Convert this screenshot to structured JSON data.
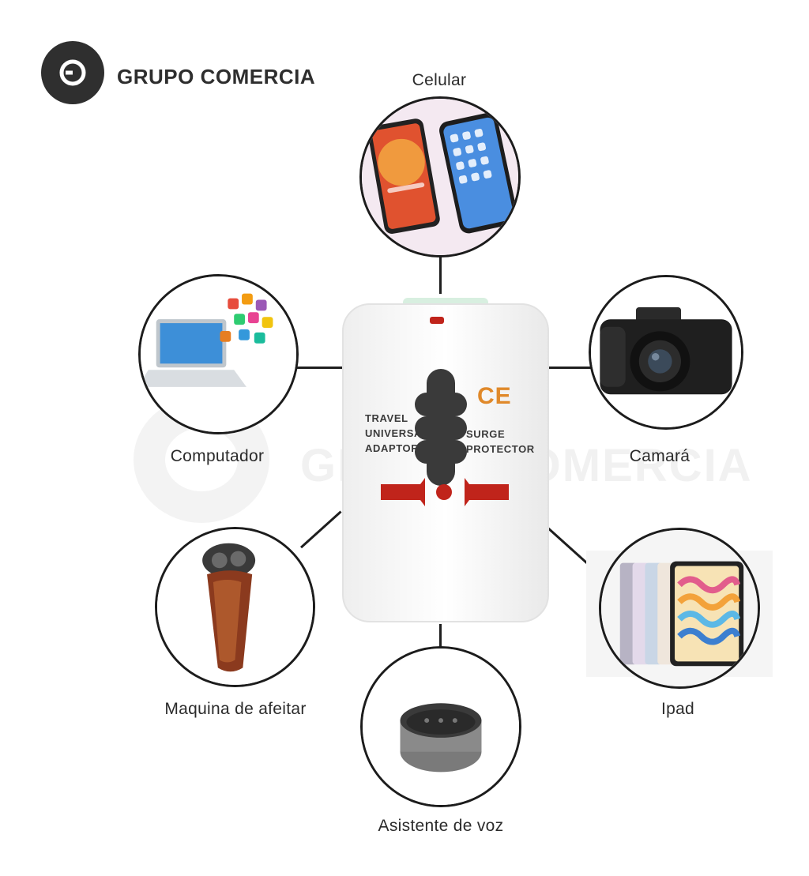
{
  "brand": {
    "name": "GRUPO COMERCIA",
    "logo_icon": "gc-monogram-icon",
    "color": "#2f2f2f"
  },
  "watermark": {
    "text": "GRUPO COMERCIA"
  },
  "center": {
    "icon": "universal-travel-adapter-icon",
    "mark": "CE",
    "left_text": [
      "TRAVEL",
      "UNIVERSAL",
      "ADAPTOR"
    ],
    "right_text": [
      "SURGE",
      "PROTECTOR"
    ],
    "accent_color": "#c0241b"
  },
  "devices": [
    {
      "label": "Celular",
      "icon": "smartphones-icon"
    },
    {
      "label": "Computador",
      "icon": "laptop-icon"
    },
    {
      "label": "Camará",
      "icon": "camera-icon"
    },
    {
      "label": "Maquina de afeitar",
      "icon": "shaver-icon"
    },
    {
      "label": "Ipad",
      "icon": "tablet-icon"
    },
    {
      "label": "Asistente de voz",
      "icon": "smart-speaker-icon"
    }
  ]
}
